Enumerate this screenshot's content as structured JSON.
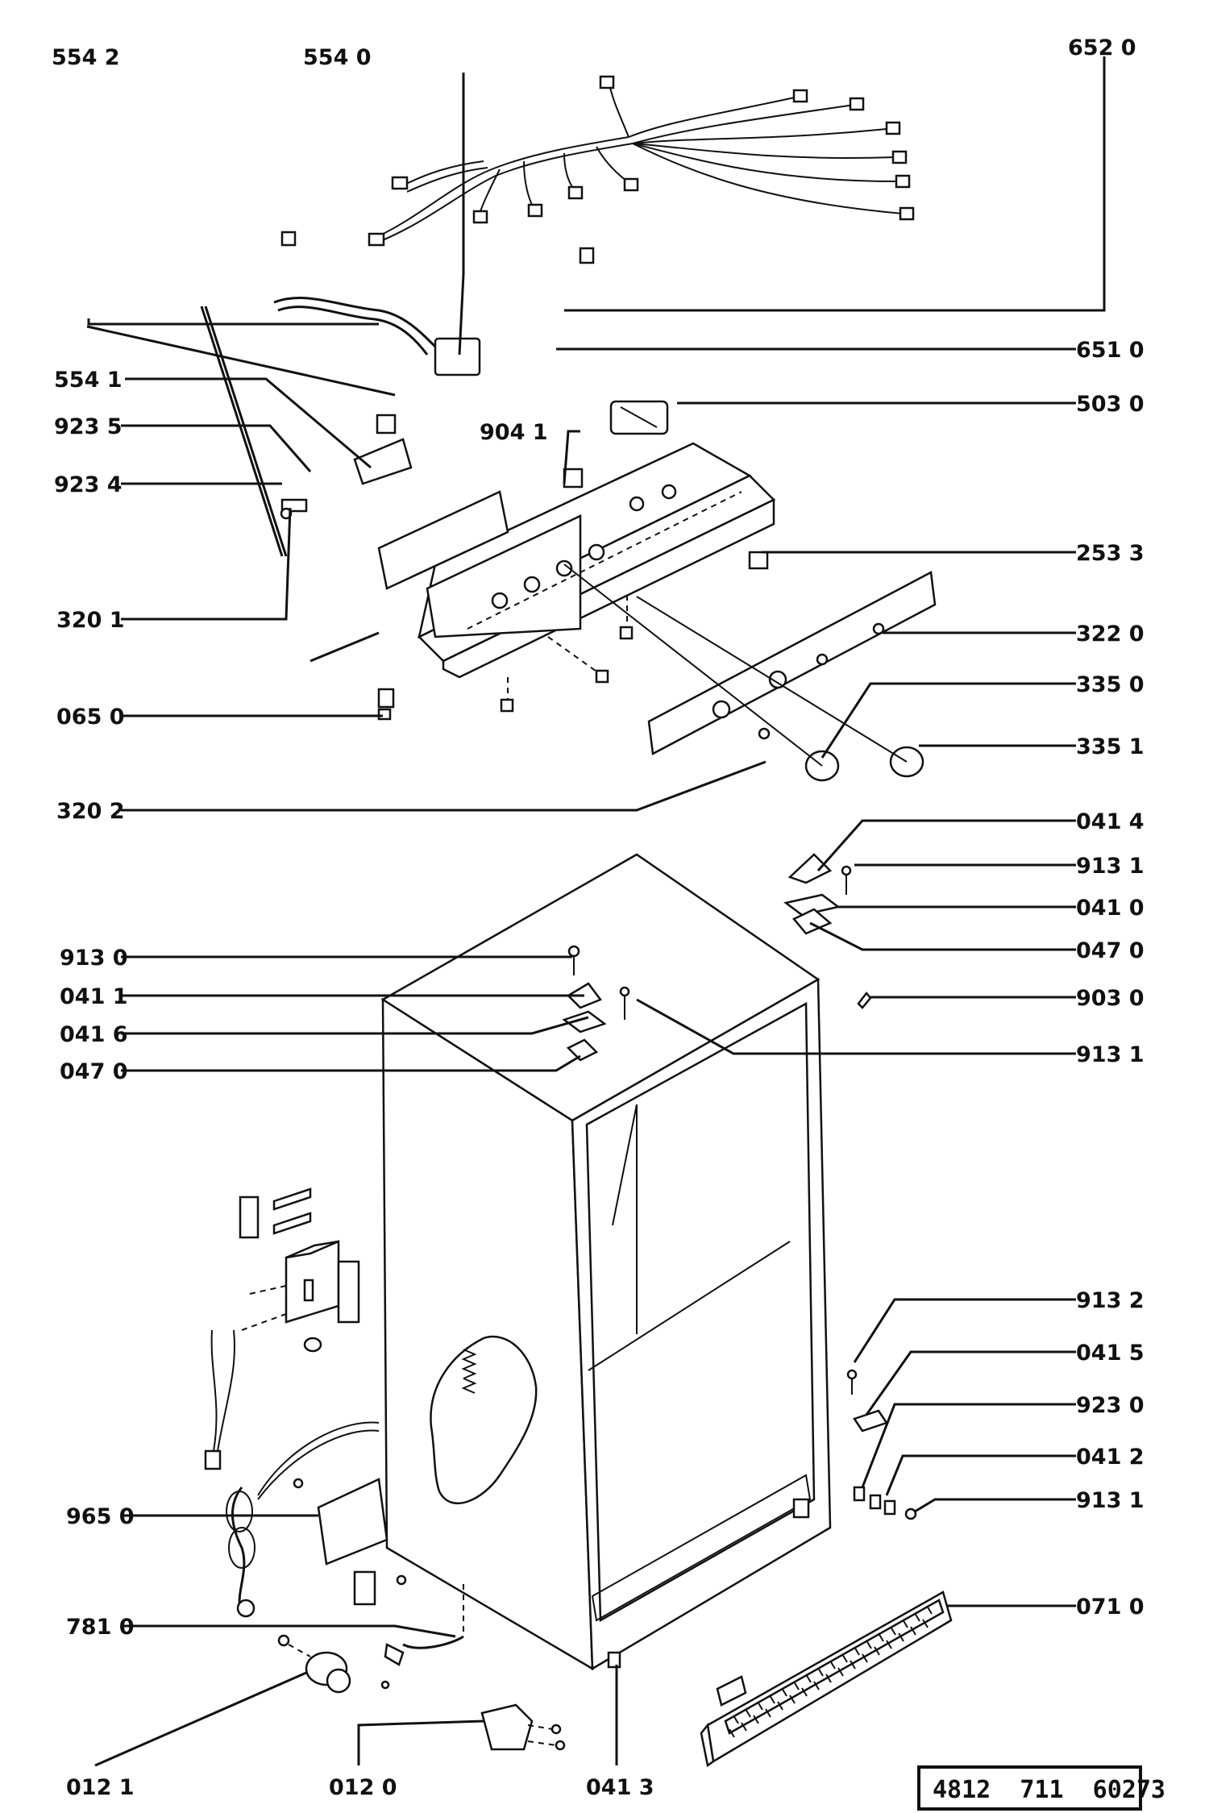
{
  "labels": {
    "l5542": "554 2",
    "l5540": "554 0",
    "l6520": "652 0",
    "l6510": "651 0",
    "l5541": "554 1",
    "l5030": "503 0",
    "l9235": "923 5",
    "l9041": "904 1",
    "l9234": "923 4",
    "l2533": "253 3",
    "l3201": "320 1",
    "l3220": "322 0",
    "l3350": "335 0",
    "l0650": "065 0",
    "l3351": "335 1",
    "l3202": "320 2",
    "l0414": "041 4",
    "l9131a": "913 1",
    "l0410": "041 0",
    "l9130": "913 0",
    "l0470a": "047 0",
    "l0411": "041 1",
    "l9030": "903 0",
    "l0416": "041 6",
    "l9131b": "913 1",
    "l0470b": "047 0",
    "l9132": "913 2",
    "l0415": "041 5",
    "l9230": "923 0",
    "l0412": "041 2",
    "l9650": "965 0",
    "l9131c": "913 1",
    "l0710": "071 0",
    "l7810": "781 0",
    "l0121": "012 1",
    "l0120": "012 0",
    "l0413": "041 3"
  },
  "part_number": "4812  711  60273"
}
